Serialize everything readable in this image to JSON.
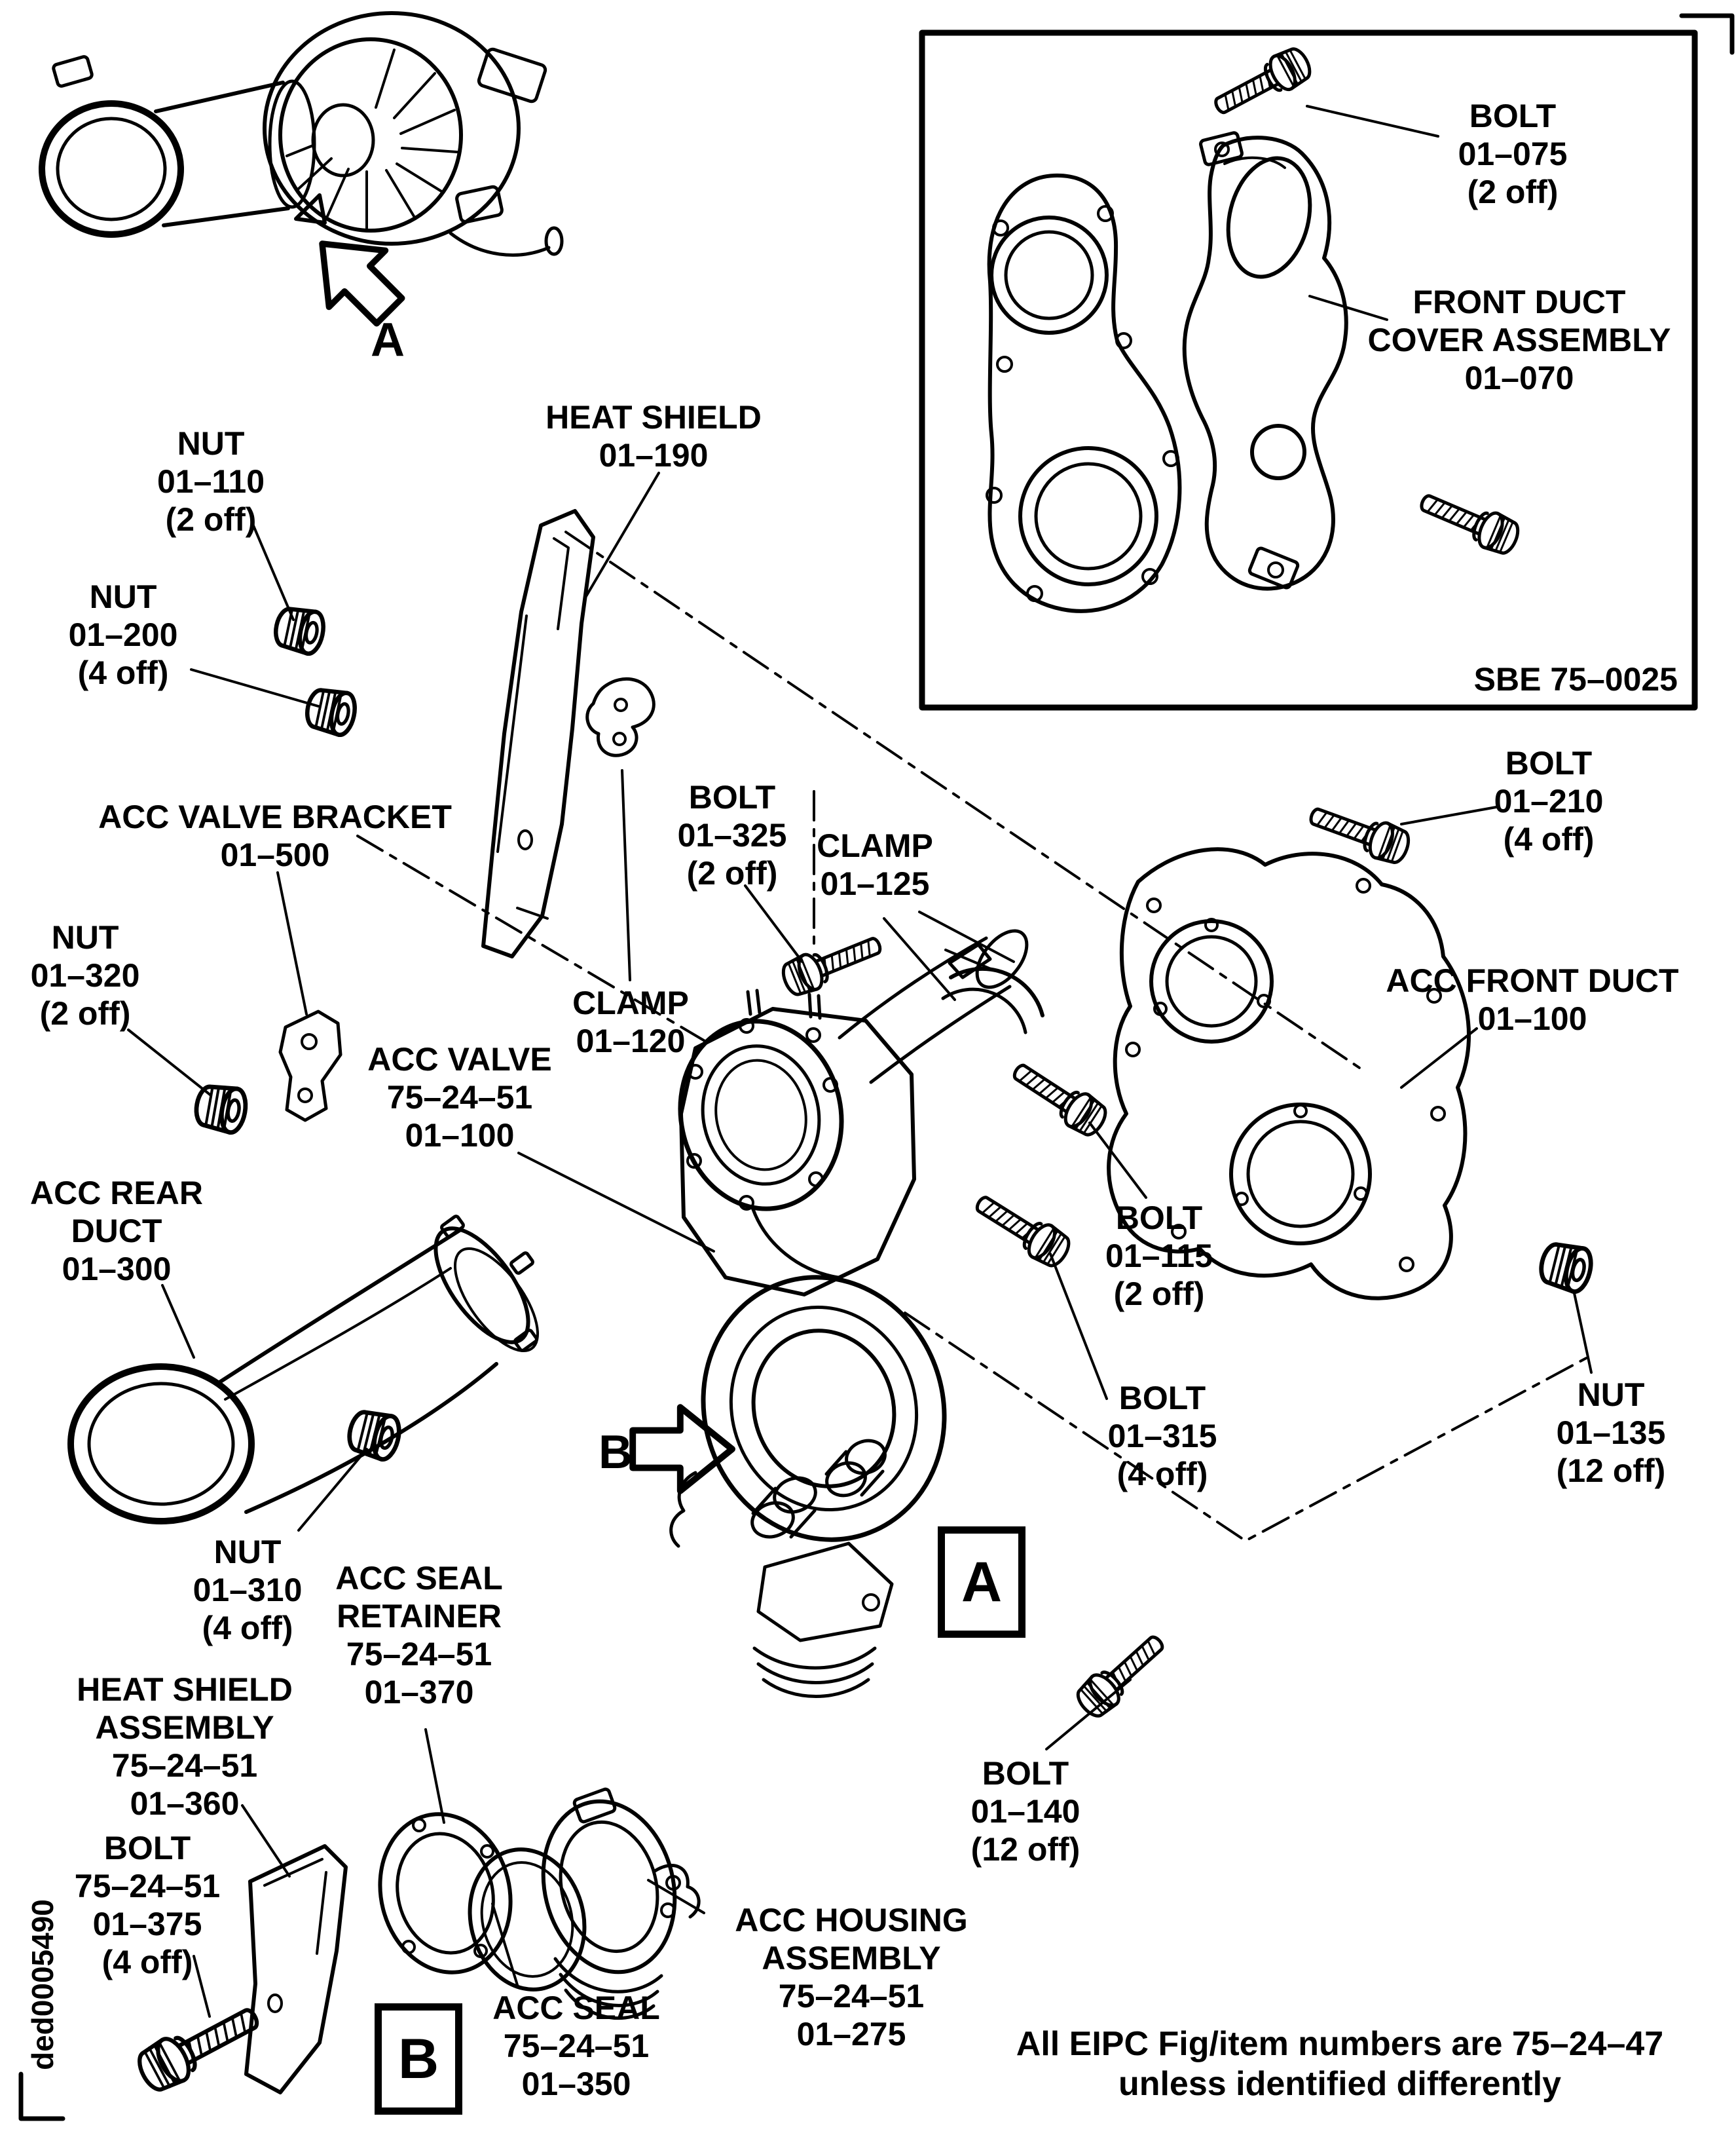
{
  "refs": {
    "sbe": "SBE 75–0025",
    "doc_code": "ded0005490"
  },
  "note": {
    "line1": "All EIPC Fig/item numbers are 75–24–47",
    "line2": "unless identified differently"
  },
  "marks": {
    "view_a": "A",
    "view_b": "B",
    "detail_a": "A",
    "detail_b": "B"
  },
  "labels": {
    "bolt_075": {
      "lines": [
        "BOLT",
        "01–075",
        "(2 off)"
      ]
    },
    "front_duct_cover": {
      "lines": [
        "FRONT DUCT",
        "COVER ASSEMBLY",
        "01–070"
      ]
    },
    "heat_shield": {
      "lines": [
        "HEAT SHIELD",
        "01–190"
      ]
    },
    "nut_110": {
      "lines": [
        "NUT",
        "01–110",
        "(2 off)"
      ]
    },
    "nut_200": {
      "lines": [
        "NUT",
        "01–200",
        "(4 off)"
      ]
    },
    "acc_valve_bracket": {
      "lines": [
        "ACC VALVE BRACKET",
        "01–500"
      ]
    },
    "nut_320": {
      "lines": [
        "NUT",
        "01–320",
        "(2 off)"
      ]
    },
    "bolt_325": {
      "lines": [
        "BOLT",
        "01–325",
        "(2 off)"
      ]
    },
    "clamp_125": {
      "lines": [
        "CLAMP",
        "01–125"
      ]
    },
    "bolt_210": {
      "lines": [
        "BOLT",
        "01–210",
        "(4 off)"
      ]
    },
    "acc_front_duct": {
      "lines": [
        "ACC FRONT DUCT",
        "01–100"
      ]
    },
    "clamp_120": {
      "lines": [
        "CLAMP",
        "01–120"
      ]
    },
    "acc_valve": {
      "lines": [
        "ACC VALVE",
        "75–24–51",
        "01–100"
      ]
    },
    "acc_rear_duct": {
      "lines": [
        "ACC REAR",
        "DUCT",
        "01–300"
      ]
    },
    "bolt_115": {
      "lines": [
        "BOLT",
        "01–115",
        "(2 off)"
      ]
    },
    "bolt_315": {
      "lines": [
        "BOLT",
        "01–315",
        "(4 off)"
      ]
    },
    "nut_135": {
      "lines": [
        "NUT",
        "01–135",
        "(12 off)"
      ]
    },
    "nut_310": {
      "lines": [
        "NUT",
        "01–310",
        "(4 off)"
      ]
    },
    "acc_seal_retainer": {
      "lines": [
        "ACC SEAL",
        "RETAINER",
        "75–24–51",
        "01–370"
      ]
    },
    "heat_shield_assembly": {
      "lines": [
        "HEAT SHIELD",
        "ASSEMBLY",
        "75–24–51",
        "01–360"
      ]
    },
    "bolt_375": {
      "lines": [
        "BOLT",
        "75–24–51",
        "01–375",
        "(4 off)"
      ]
    },
    "bolt_140": {
      "lines": [
        "BOLT",
        "01–140",
        "(12 off)"
      ]
    },
    "acc_housing_assembly": {
      "lines": [
        "ACC HOUSING",
        "ASSEMBLY",
        "75–24–51",
        "01–275"
      ]
    },
    "acc_seal": {
      "lines": [
        "ACC SEAL",
        "75–24–51",
        "01–350"
      ]
    }
  }
}
